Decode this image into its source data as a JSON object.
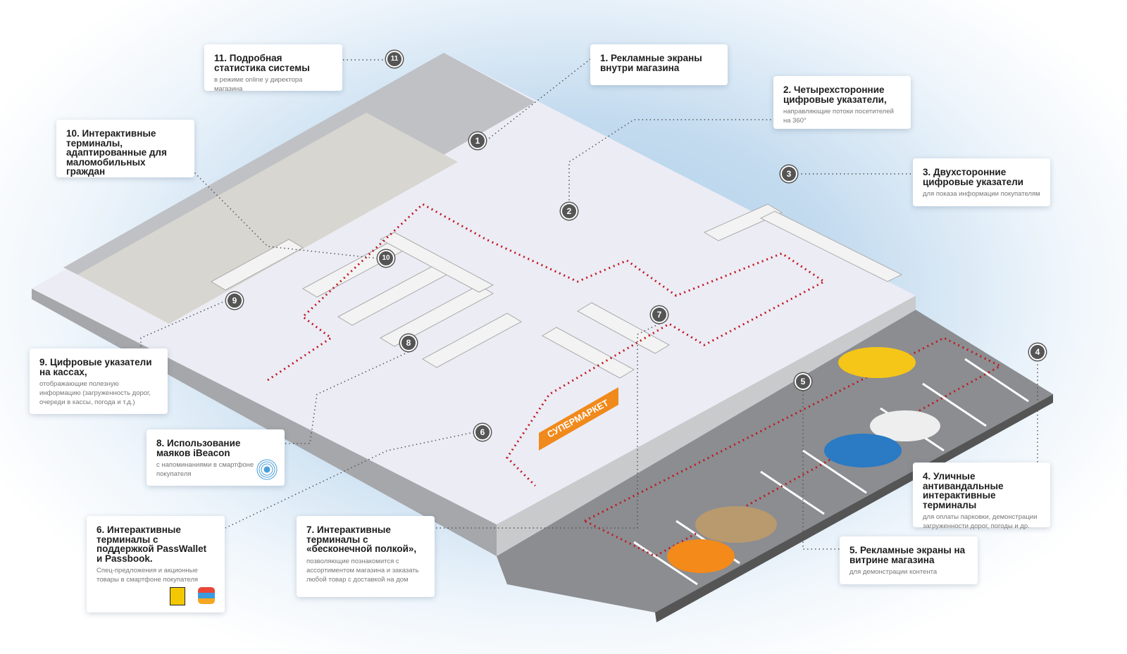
{
  "store_sign": "СУПЕРМАРКЕТ",
  "colors": {
    "accent": "#f08a1c",
    "path": "#c0171d",
    "floor": "#ececf5",
    "asphalt": "#8b8d91"
  },
  "callouts": [
    {
      "num": "1",
      "title": "1. Рекламные экраны внутри магазина",
      "desc": ""
    },
    {
      "num": "2",
      "title": "2. Четырехсторонние цифровые указатели,",
      "desc": "направляющие потоки посетителей на 360°"
    },
    {
      "num": "3",
      "title": "3. Двухсторонние цифровые указатели",
      "desc": "для показа информации покупателям"
    },
    {
      "num": "4",
      "title": "4. Уличные антивандальные интерактивные терминалы",
      "desc": "для оплаты парковки, демонстрации загруженности дорог, погоды и др."
    },
    {
      "num": "5",
      "title": "5. Рекламные экраны на витрине магазина",
      "desc": "для демонстрации контента"
    },
    {
      "num": "6",
      "title": "6. Интерактивные терминалы с поддержкой PassWallet и Passbook.",
      "desc": "Спец-предложения и акционные товары в смартфоне покупателя"
    },
    {
      "num": "7",
      "title": "7. Интерактивные терминалы с «бесконечной полкой»,",
      "desc": "позволяющие познакомится с ассортиментом магазина и заказать любой товар с доставкой на дом"
    },
    {
      "num": "8",
      "title": "8. Использование маяков iBeacon",
      "desc": "с напоминаниями в смартфоне покупателя"
    },
    {
      "num": "9",
      "title": "9. Цифровые указатели на кассах,",
      "desc": "отображающие полезную информацию (загруженность дорог, очереди в кассы, погода и т.д.)"
    },
    {
      "num": "10",
      "title": "10. Интерактивные терминалы, адаптированные для маломобильных граждан",
      "desc": ""
    },
    {
      "num": "11",
      "title": "11. Подробная статистика системы",
      "desc": "в режиме online у директора магазина"
    }
  ]
}
